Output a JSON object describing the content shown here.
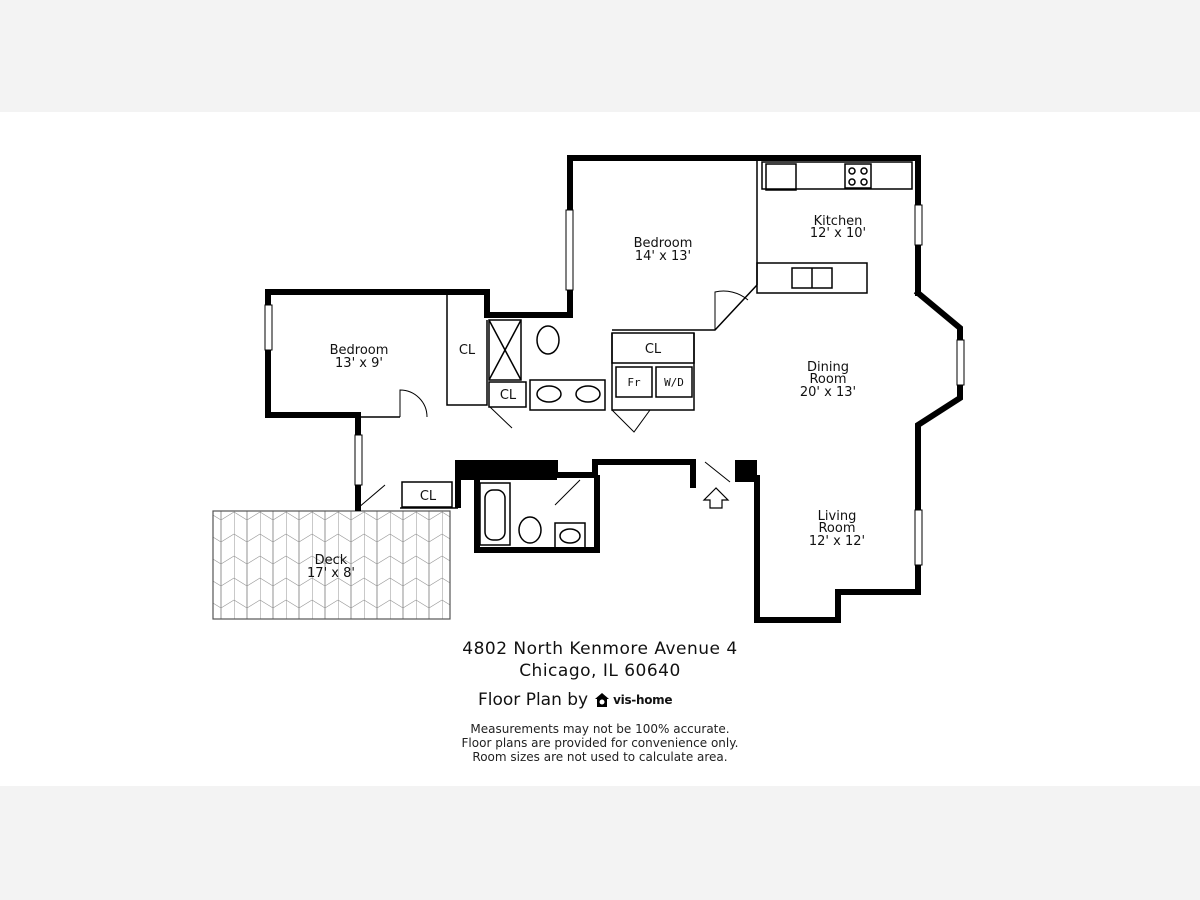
{
  "rooms": {
    "bedroom_main": {
      "name": "Bedroom",
      "size": "14' x 13'"
    },
    "bedroom_second": {
      "name": "Bedroom",
      "size": "13' x 9'"
    },
    "kitchen": {
      "name": "Kitchen",
      "size": "12' x 10'"
    },
    "dining": {
      "name_line1": "Dining",
      "name_line2": "Room",
      "size": "20' x 13'"
    },
    "living": {
      "name_line1": "Living",
      "name_line2": "Room",
      "size": "12' x 12'"
    },
    "deck": {
      "name": "Deck",
      "size": "17' x 8'"
    }
  },
  "closets": {
    "cl_bedroom2": "CL",
    "cl_bath": "CL",
    "cl_laundry": "CL",
    "cl_hall": "CL"
  },
  "appliances": {
    "fridge": "Fr",
    "washer_dryer": "W/D"
  },
  "address": {
    "line1": "4802 North Kenmore Avenue 4",
    "line2": "Chicago, IL 60640"
  },
  "credit": {
    "prefix": "Floor Plan by",
    "brand": "vis-home"
  },
  "disclaimer": {
    "line1": "Measurements may not be 100% accurate.",
    "line2": "Floor plans are provided for convenience only.",
    "line3": "Room sizes are not used to calculate area."
  }
}
